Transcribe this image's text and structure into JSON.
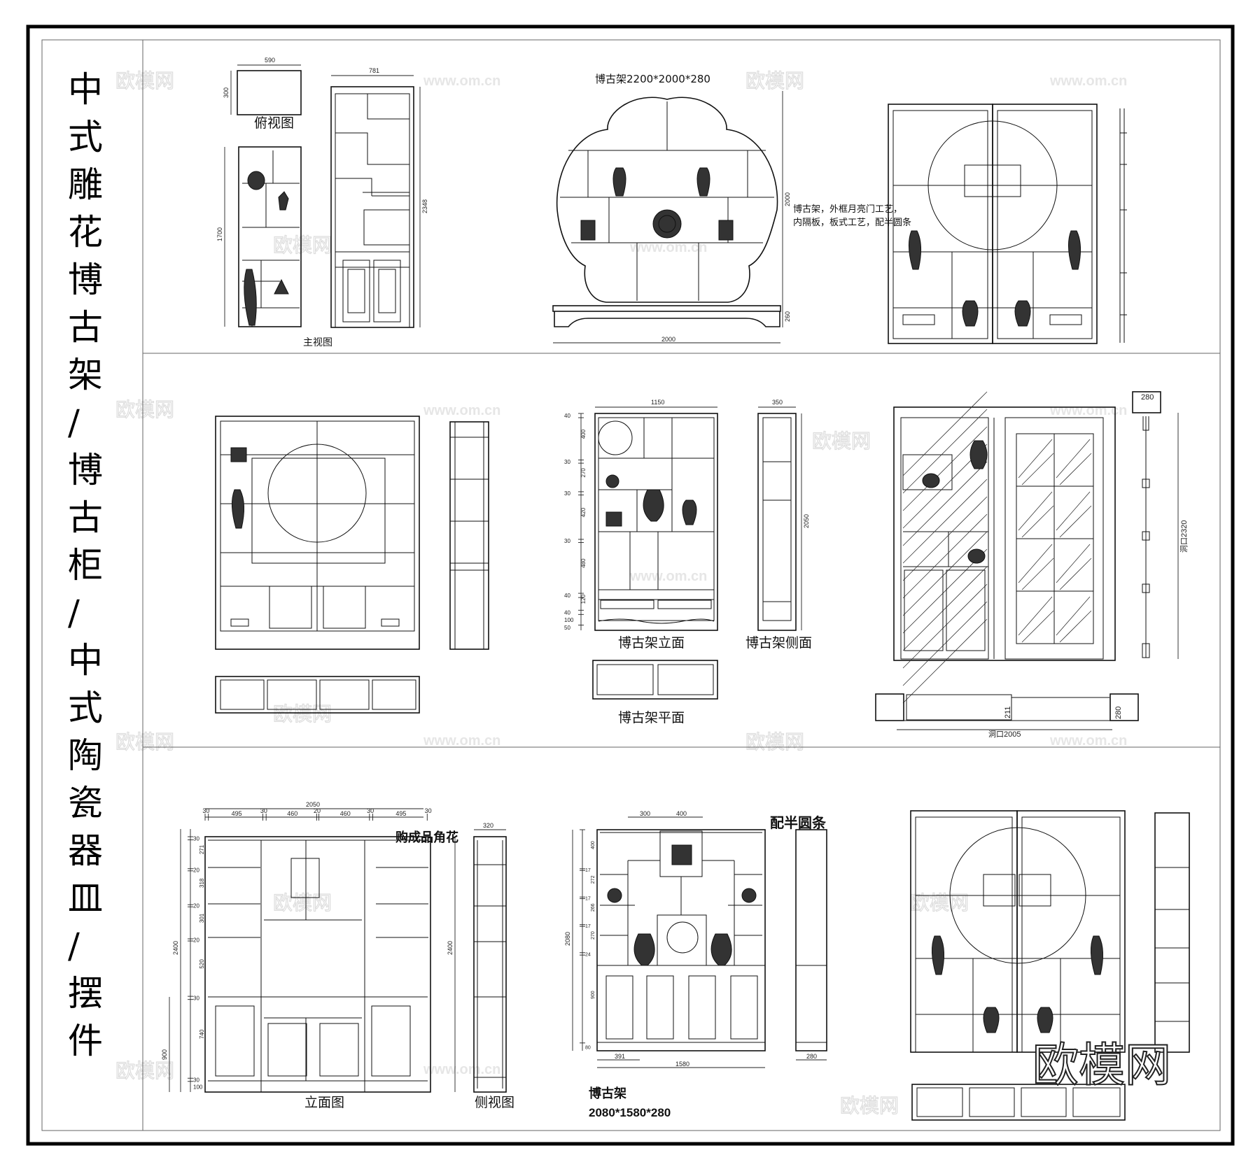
{
  "sheet_title_chars": [
    "中",
    "式",
    "雕",
    "花",
    "博",
    "古",
    "架",
    "/",
    "博",
    "古",
    "柜",
    "/",
    "中",
    "式",
    "陶",
    "瓷",
    "器",
    "皿",
    "/",
    "摆",
    "件"
  ],
  "panel_top_left": {
    "top_view_label": "俯视图",
    "front_view_label": "主视图",
    "dims": [
      "590",
      "300",
      "1700",
      "781",
      "2348"
    ]
  },
  "panel_top_center": {
    "title": "博古架2200*2000*280",
    "dims": [
      "2000",
      "2000",
      "260"
    ]
  },
  "panel_top_right": {
    "note_line1": "博古架，外框月亮门工艺，",
    "note_line2": "内隔板，板式工艺，配半圆条"
  },
  "panel_mid_center": {
    "elevation_label": "博古架立面",
    "side_label": "博古架侧面",
    "plan_label": "博古架平面",
    "width_dim": "1150",
    "depth_dim": "350",
    "height_dim": "2050",
    "row_dims": [
      "40",
      "400",
      "30",
      "270",
      "30",
      "420",
      "30",
      "480",
      "40",
      "120",
      "40",
      "100",
      "50"
    ]
  },
  "panel_mid_right": {
    "opening_height": "洞口2320",
    "opening_width": "洞口2005",
    "depth_top": "280",
    "depth_plan": "280",
    "cabinet_depth": "211"
  },
  "panel_bottom_left": {
    "elevation_label": "立面图",
    "side_label": "侧视图",
    "callout": "购成品角花",
    "total_width": "2050",
    "width_dims": [
      "30",
      "495",
      "30",
      "460",
      "20",
      "460",
      "30",
      "495",
      "30"
    ],
    "height_dims": [
      "30",
      "271",
      "20",
      "318",
      "20",
      "301",
      "20",
      "520",
      "30",
      "740",
      "30",
      "100"
    ],
    "total_height": "2400",
    "lower_height": "900",
    "side_depth": "320",
    "side_height": "2400"
  },
  "panel_bottom_center": {
    "callout": "配半圆条",
    "name": "博古架",
    "size": "2080*1580*280",
    "top_dims": [
      "300",
      "400"
    ],
    "height_dims": [
      "400",
      "17",
      "272",
      "17",
      "266",
      "17",
      "270",
      "24",
      "900",
      "80"
    ],
    "total_height": "2080",
    "width_dim": "1580",
    "partial_width": "391",
    "side_depth": "280"
  },
  "watermark": {
    "logo_text": "欧模网",
    "url_text": "www.om.cn"
  }
}
